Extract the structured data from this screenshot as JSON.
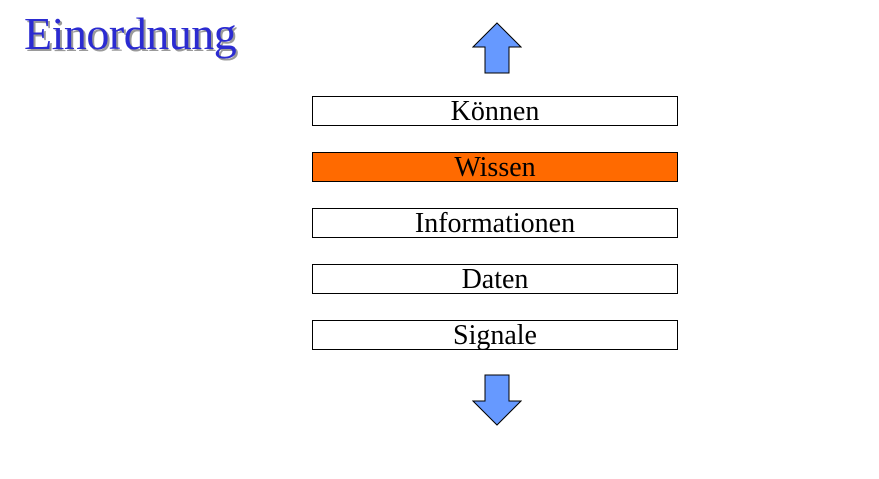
{
  "slide": {
    "title": "Einordnung",
    "arrow_color": "#6699ff",
    "highlight_color": "#ff6a00",
    "layers": [
      {
        "label": "Können",
        "highlighted": false
      },
      {
        "label": "Wissen",
        "highlighted": true
      },
      {
        "label": "Informationen",
        "highlighted": false
      },
      {
        "label": "Daten",
        "highlighted": false
      },
      {
        "label": "Signale",
        "highlighted": false
      }
    ],
    "icons": {
      "top": "arrow-up-icon",
      "bottom": "arrow-down-icon"
    }
  }
}
